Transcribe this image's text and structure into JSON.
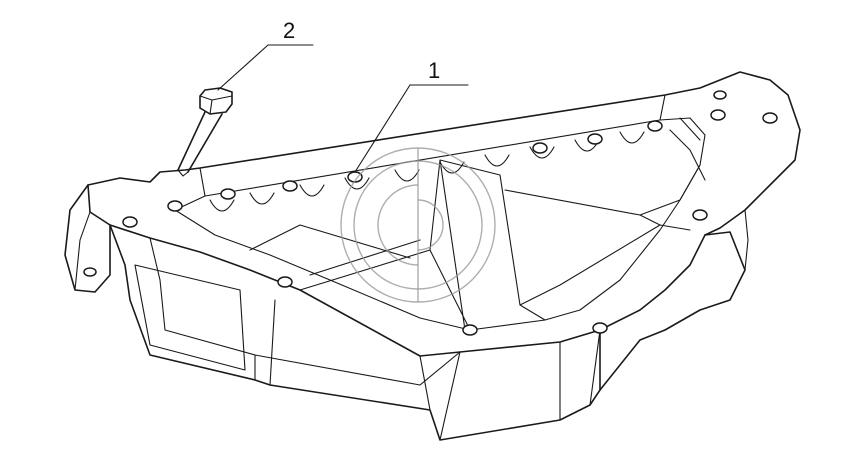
{
  "callouts": [
    {
      "number": "1",
      "part": "oil pan"
    },
    {
      "number": "2",
      "part": "bolt"
    }
  ],
  "colors": {
    "line": "#1a1a1a",
    "watermark": "#9a9a9a",
    "background": "#ffffff"
  },
  "icons": {
    "watermark": "circular-logo-watermark"
  }
}
